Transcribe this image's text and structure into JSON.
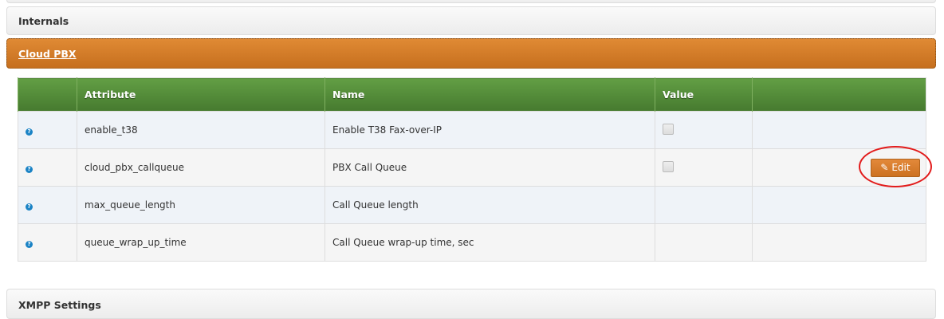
{
  "panels": {
    "internals": "Internals",
    "cloud_pbx": "Cloud PBX",
    "xmpp": "XMPP Settings"
  },
  "table": {
    "headers": [
      "",
      "Attribute",
      "Name",
      "Value",
      ""
    ],
    "rows": [
      {
        "attribute": "enable_t38",
        "name": "Enable T38 Fax-over-IP",
        "value_type": "checkbox",
        "checked": false
      },
      {
        "attribute": "cloud_pbx_callqueue",
        "name": "PBX Call Queue",
        "value_type": "checkbox",
        "checked": false,
        "action": "Edit"
      },
      {
        "attribute": "max_queue_length",
        "name": "Call Queue length",
        "value_type": "text"
      },
      {
        "attribute": "queue_wrap_up_time",
        "name": "Call Queue wrap-up time, sec",
        "value_type": "text"
      }
    ]
  },
  "help_icon": "?",
  "colors": {
    "accent": "#d67d2c",
    "header_green": "#549034",
    "highlight": "#e21b1b"
  }
}
